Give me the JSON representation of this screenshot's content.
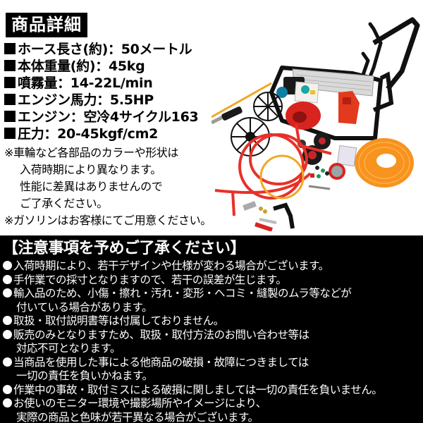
{
  "header": {
    "title": "商品詳細"
  },
  "specs": [
    {
      "label": "ホース長さ(約)：50メートル"
    },
    {
      "label": "本体重量(約)：45kg"
    },
    {
      "label": "噴霧量：14-22L/min"
    },
    {
      "label": "エンジン馬力：5.5HP"
    },
    {
      "label": "エンジン：空冷4サイクル163"
    },
    {
      "label": "圧力：20-45kgf/cm2"
    }
  ],
  "notes": {
    "line1": "※車輪など各部品のカラーや形状は",
    "line2": "入荷時期により異なります。",
    "line3": "性能に差異はありませんので",
    "line4": "ご了承ください。",
    "line5": "※ガソリンはお客様にてご用意ください。"
  },
  "product_image": {
    "icon": "engine-sprayer-product-photo",
    "colors": {
      "frame": "#111111",
      "engine_red": "#d8241f",
      "hose_red": "#e8302a",
      "hose_orange": "#f7931e",
      "hose_yellow": "#f0a826",
      "panel": "#f2f2f2"
    }
  },
  "caution": {
    "title": "【注意事項を予めご了承ください】",
    "items": [
      {
        "text": "入荷時期により、若干デザインや仕様が変わる場合がございます。"
      },
      {
        "text": "手作業での採寸となりますので、若干の誤差が生じます。"
      },
      {
        "text": "輸入品のため、小傷・擦れ・汚れ・変形・ヘコミ・縫製のムラ等などが",
        "cont": "付いている場合があります。"
      },
      {
        "text": "取扱・取付説明書等は付属しておりません。"
      },
      {
        "text": "販売のみとなりますため、取扱・取付方法のお問い合わせ等は",
        "cont": "対応不可となります。"
      },
      {
        "text": "当商品を使用した事による他商品の破損・故障につきましては",
        "cont": "一切の責任を負いかねます。"
      },
      {
        "text": "作業中の事故・取付ミスによる破損に関しましては一切の責任を負いません。"
      },
      {
        "text": "お使いのモニター環境や撮影場所やイメージにより、",
        "cont": "実際の商品と色味が若干異なる場合がございます。"
      }
    ]
  }
}
